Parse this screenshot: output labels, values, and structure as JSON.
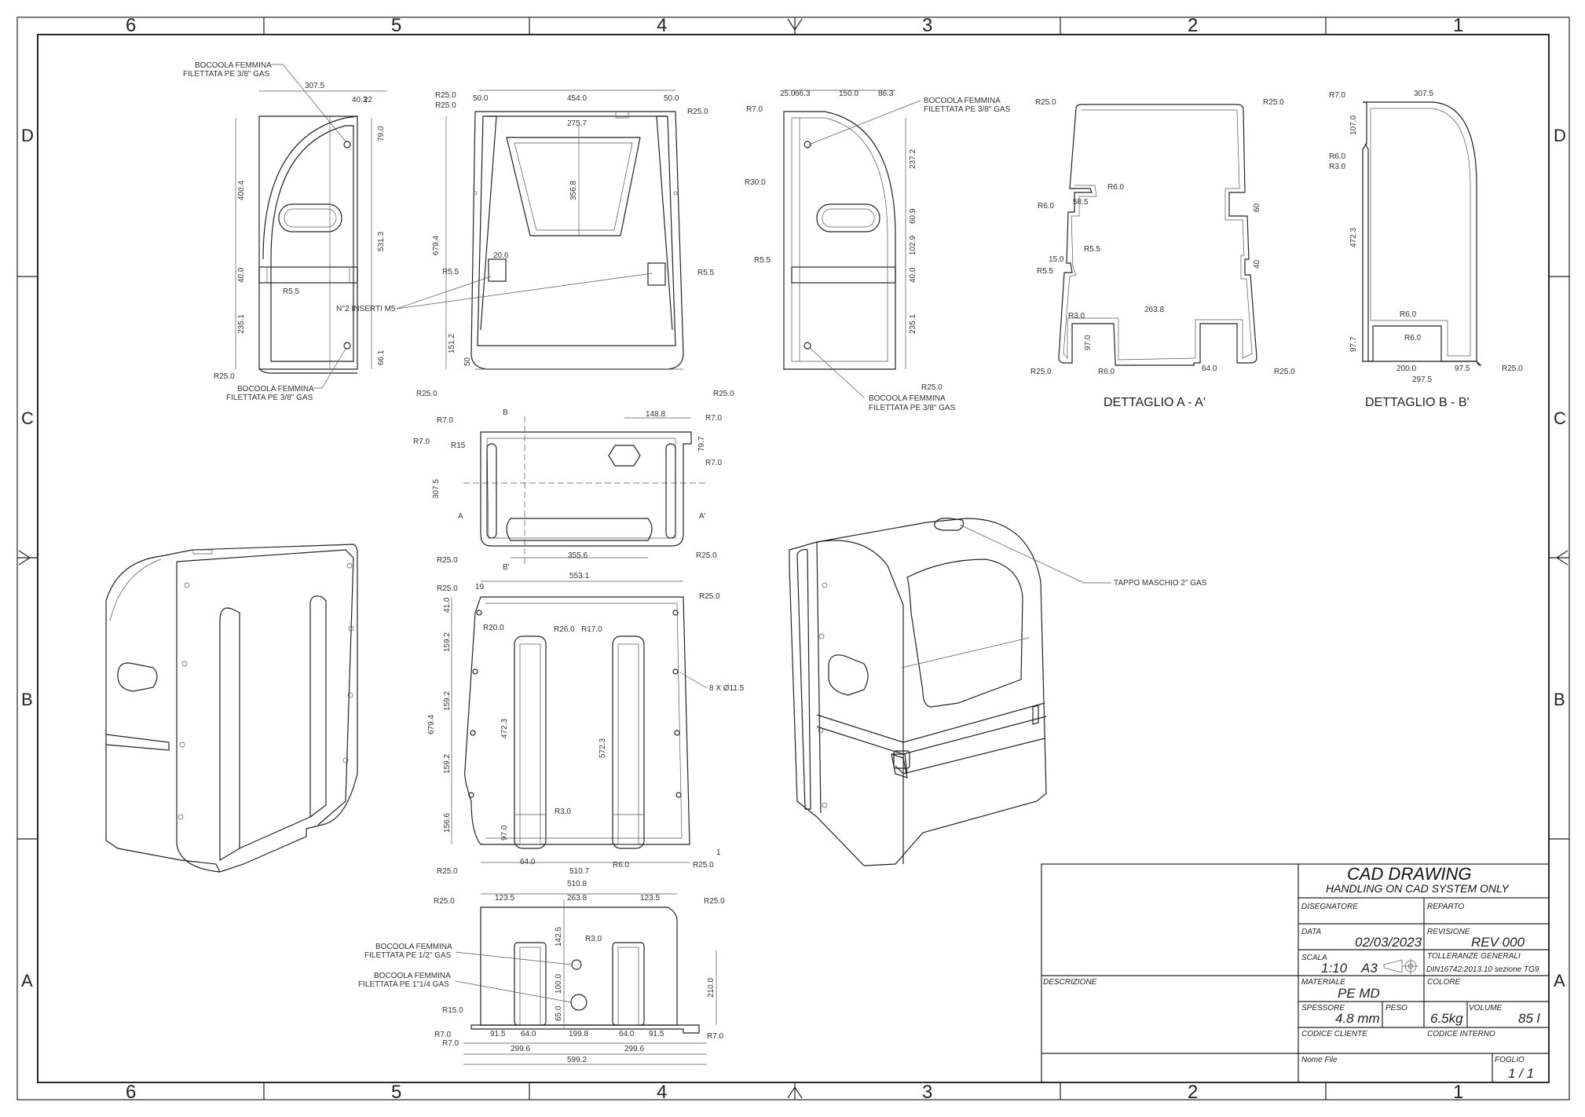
{
  "border": {
    "columns_top": [
      "6",
      "5",
      "4",
      "3",
      "2",
      "1"
    ],
    "columns_bottom": [
      "6",
      "5",
      "4",
      "3",
      "2",
      "1"
    ],
    "rows_left": [
      "D",
      "C",
      "B",
      "A"
    ],
    "rows_right": [
      "D",
      "C",
      "B",
      "A"
    ]
  },
  "views": {
    "front_left": {
      "dims": [
        "307.5",
        "40.3",
        "22",
        "79.0",
        "400.4",
        "531.3",
        "40.0",
        "235.1",
        "66.1"
      ],
      "radii": [
        "R5.5",
        "R25.0"
      ],
      "notes": [
        "BOCOOLA FEMMINA",
        "FILETTATA PE 3/8\" GAS",
        "BOCOOLA FEMMINA",
        "FILETTATA PE 3/8\" GAS"
      ]
    },
    "front_center": {
      "dims": [
        "50.0",
        "454.0",
        "50.0",
        "275.7",
        "356.8",
        "679.4",
        "20.6",
        "151.2",
        "50"
      ],
      "radii": [
        "R25.0",
        "R25.0",
        "R25.0",
        "R5.5",
        "R5.5",
        "R25.0",
        "R25.0"
      ],
      "note": "N°2 INSERTI M5"
    },
    "side_right": {
      "dims": [
        "25.0",
        "66.3",
        "150.0",
        "86.3",
        "237.2",
        "60.9",
        "102.9",
        "40.0",
        "235.1"
      ],
      "radii": [
        "R7.0",
        "R30.0",
        "R5.5",
        "R25.0"
      ],
      "notes": [
        "BOCOOLA FEMMINA",
        "FILETTATA PE 3/8\" GAS",
        "BOCOOLA FEMMINA",
        "FILETTATA PE 3/8\" GAS"
      ]
    },
    "detail_a": {
      "label": "DETTAGLIO A - A'",
      "dims": [
        "58.5",
        "15.0",
        "263.8",
        "97.0",
        "64.0",
        "60",
        "40"
      ],
      "radii": [
        "R25.0",
        "R25.0",
        "R6.0",
        "R6.0",
        "R5.5",
        "R5.5",
        "R3.0",
        "R25.0",
        "R6.0",
        "R25.0"
      ]
    },
    "detail_b": {
      "label": "DETTAGLIO B - B'",
      "dims": [
        "307.5",
        "107.0",
        "472.3",
        "97.7",
        "200.0",
        "97.5",
        "297.5"
      ],
      "radii": [
        "R7.0",
        "R6.0",
        "R3.0",
        "R6.0",
        "R6.0",
        "R25.0"
      ]
    },
    "top_view": {
      "dims": [
        "148.8",
        "307.5",
        "79.7",
        "355.6"
      ],
      "radii": [
        "R7.0",
        "R7.0",
        "R15",
        "R7.0",
        "R7.0",
        "R25.0",
        "R25.0"
      ],
      "section_labels": [
        "B",
        "B'",
        "A",
        "A'"
      ]
    },
    "back_view": {
      "dims": [
        "19",
        "553.1",
        "41.0",
        "159.2",
        "159.2",
        "159.2",
        "156.6",
        "679.4",
        "472.3",
        "572.3",
        "97.0",
        "64.0",
        "510.7",
        "1"
      ],
      "radii": [
        "R25.0",
        "R25.0",
        "R20.0",
        "R26.0",
        "R17.0",
        "R3.0",
        "R25.0",
        "R6.0",
        "R25.0"
      ],
      "note": "8 X Ø11.5"
    },
    "bottom_view": {
      "dims": [
        "510.8",
        "123.5",
        "263.8",
        "123.5",
        "142.5",
        "100.0",
        "65.0",
        "210.0",
        "91.5",
        "64.0",
        "199.8",
        "64.0",
        "91.5",
        "299.6",
        "299.6",
        "599.2"
      ],
      "radii": [
        "R25.0",
        "R25.0",
        "R3.0",
        "R15.0",
        "R7.0",
        "R7.0",
        "R7.0"
      ],
      "notes": [
        "BOCOOLA FEMMINA",
        "FILETTATA PE 1/2\" GAS",
        "BOCOOLA FEMMINA",
        "FILETTATA PE 1\"1/4 GAS"
      ]
    },
    "iso_right": {
      "note": "TAPPO MASCHIO 2\" GAS"
    }
  },
  "title_block": {
    "title": "CAD  DRAWING",
    "subtitle": "HANDLING  ON  CAD SYSTEM  ONLY",
    "disegnatore_label": "DISEGNATORE",
    "reparto_label": "REPARTO",
    "data_label": "DATA",
    "data_value": "02/03/2023",
    "revisione_label": "REVISIONE",
    "revisione_value": "REV 000",
    "scala_label": "SCALA",
    "scala_value": "1:10",
    "formato_value": "A3",
    "tolleranze_label": "TOLLERANZE GENERALI",
    "tolleranze_value": "DIN16742:2013.10 sezione TG9",
    "descrizione_label": "DESCRIZIONE",
    "materiale_label": "MATERIALE",
    "materiale_value": "PE MD",
    "colore_label": "COLORE",
    "spessore_label": "SPESSORE",
    "spessore_value": "4.8 mm",
    "peso_label": "PESO",
    "peso_value": "6.5kg",
    "volume_label": "VOLUME",
    "volume_value": "85 l",
    "codice_cliente_label": "CODICE CLIENTE",
    "codice_interno_label": "CODICE INTERNO",
    "nome_file_label": "Nome File",
    "foglio_label": "FOGLIO",
    "foglio_value": "1 / 1"
  }
}
